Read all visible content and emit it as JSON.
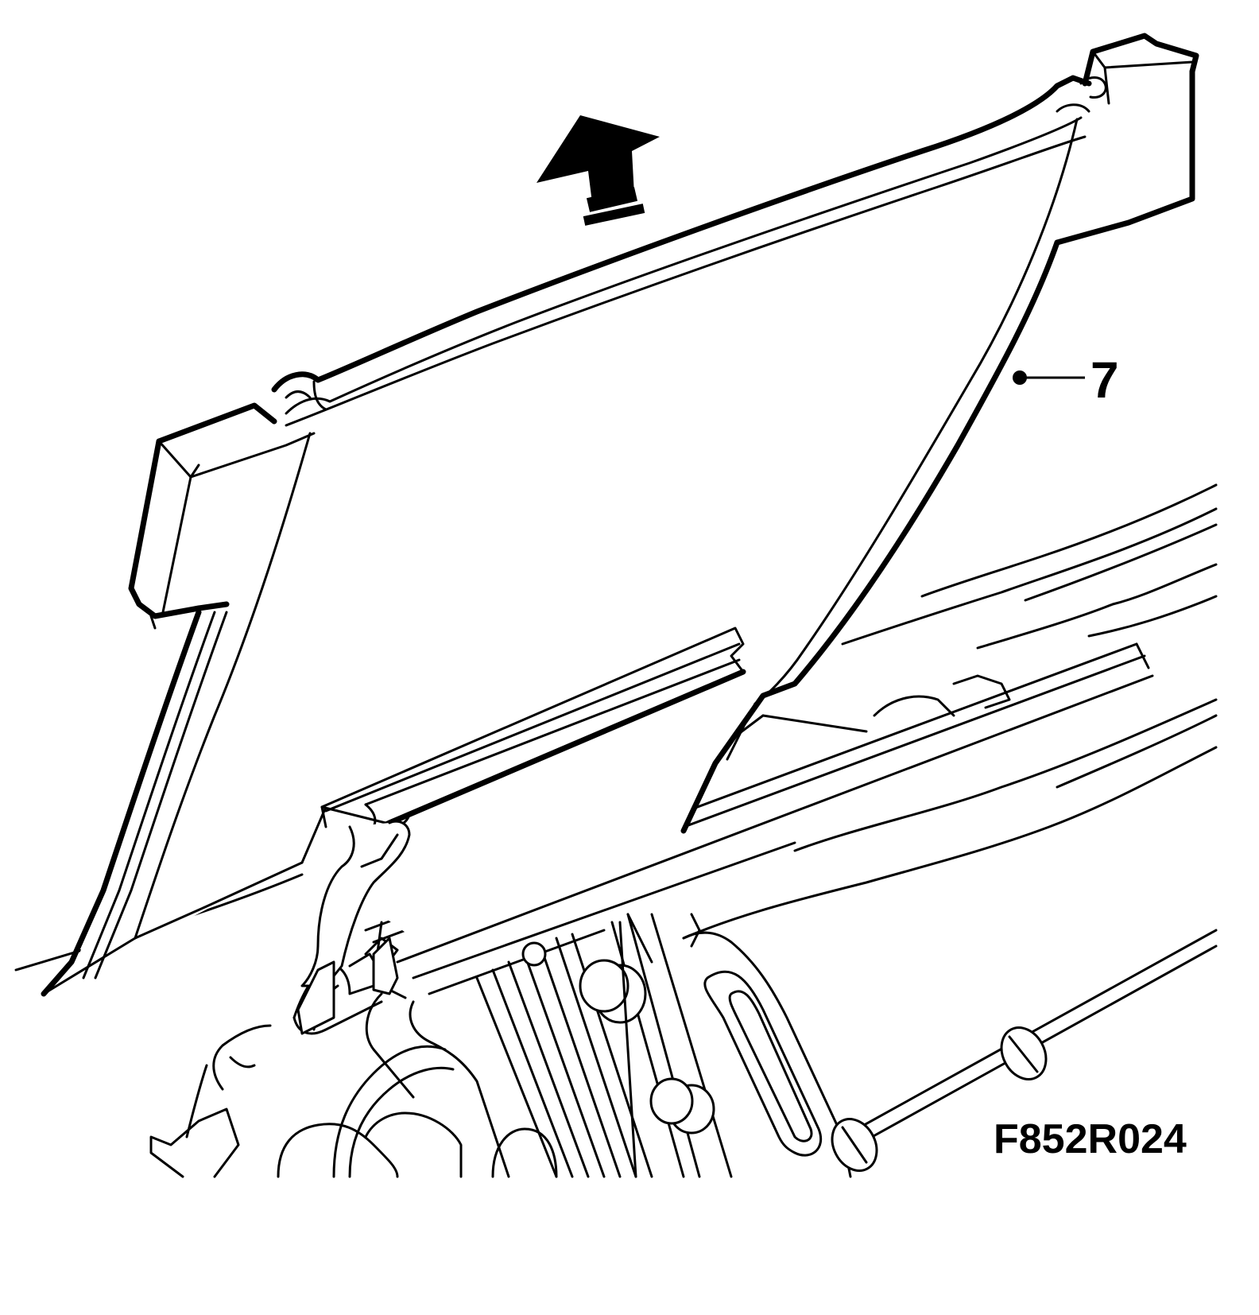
{
  "callouts": [
    {
      "label": "7",
      "target": "trim-panel"
    }
  ],
  "figure_id": "F852R024",
  "direction_indicator": "arrow-up-icon",
  "colors": {
    "line": "#000000",
    "background": "#ffffff"
  }
}
